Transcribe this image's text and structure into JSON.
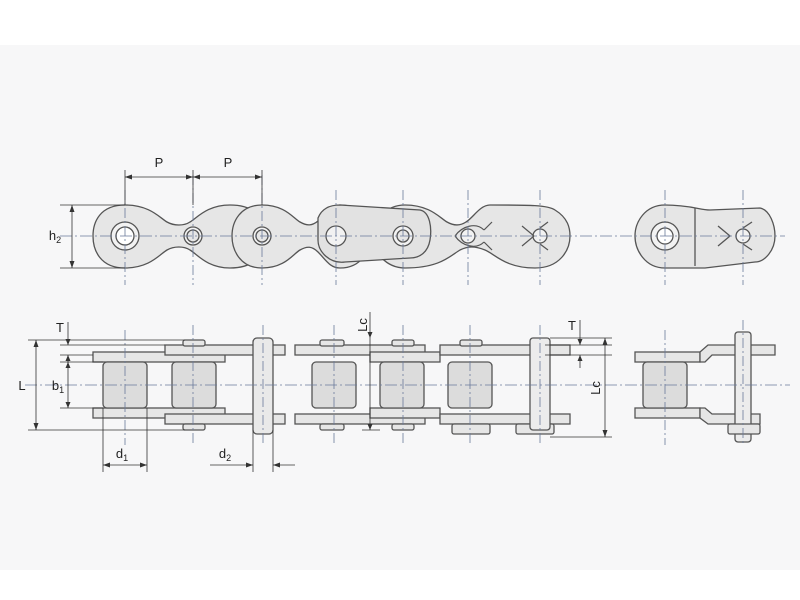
{
  "diagram": {
    "colors": {
      "background": "#ffffff",
      "frame_bg": "#f7f7f8",
      "part_fill": "#e6e6e6",
      "part_stroke": "#555555",
      "roller_fill": "#dcdcdc",
      "center_line": "#6a7a9a",
      "dim_line": "#333333"
    },
    "labels": {
      "pitch_left": "P",
      "pitch_right": "P",
      "h2_main": "h",
      "h2_sub": "2",
      "T_left": "T",
      "T_right": "T",
      "L": "L",
      "b1_main": "b",
      "b1_sub": "1",
      "Lc_left": "Lc",
      "Lc_right": "Lc",
      "d1_main": "d",
      "d1_sub": "1",
      "d2_main": "d",
      "d2_sub": "2"
    }
  }
}
